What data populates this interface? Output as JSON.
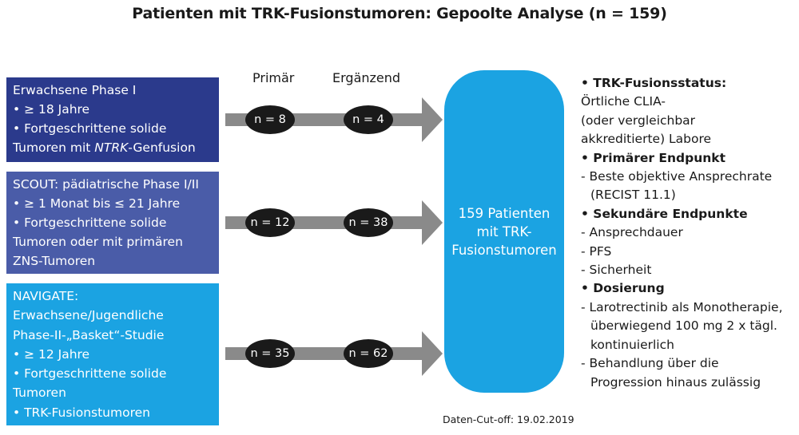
{
  "title": "Patienten mit TRK-Fusionstumoren: Gepoolte Analyse (n = 159)",
  "column_headers": {
    "primary": "Primär",
    "supplementary": "Ergänzend"
  },
  "studies": [
    {
      "lines": [
        "Erwachsene Phase I",
        "• ≥ 18 Jahre",
        "• Fortgeschrittene solide"
      ],
      "last_line_pre": "Tumoren mit ",
      "last_line_em": "NTRK",
      "last_line_post": "-Genfusion",
      "n_primary": "n = 8",
      "n_supplementary": "n = 4",
      "color": "#2b3a8c"
    },
    {
      "lines": [
        "SCOUT: pädiatrische Phase I/II",
        "• ≥ 1 Monat bis ≤ 21 Jahre",
        "• Fortgeschrittene solide",
        "Tumoren oder mit primären",
        "ZNS-Tumoren"
      ],
      "n_primary": "n = 12",
      "n_supplementary": "n = 38",
      "color": "#4a5ca8"
    },
    {
      "lines": [
        "NAVIGATE:",
        "Erwachsene/Jugendliche",
        "Phase-II-„Basket“-Studie",
        "• ≥ 12 Jahre",
        "• Fortgeschrittene solide",
        "Tumoren",
        "• TRK-Fusionstumoren"
      ],
      "n_primary": "n = 35",
      "n_supplementary": "n = 62",
      "color": "#1ba3e2"
    }
  ],
  "pool": {
    "lines": [
      "159 Patienten",
      "mit TRK-",
      "Fusionstumoren"
    ],
    "color": "#1ba3e2"
  },
  "side": {
    "status_head": "• TRK-Fusionsstatus:",
    "status_lines": [
      "Örtliche CLIA-",
      "(oder vergleichbar",
      "akkreditierte) Labore"
    ],
    "primary_head": "• Primärer Endpunkt",
    "primary_lines": [
      "- Beste objektive Ansprechrate",
      "(RECIST 11.1)"
    ],
    "secondary_head": "• Sekundäre Endpunkte",
    "secondary_lines": [
      "- Ansprechdauer",
      "- PFS",
      "- Sicherheit"
    ],
    "dosing_head": "• Dosierung",
    "dosing_item1": [
      "- Larotrectinib als Monotherapie,",
      "überwiegend 100 mg 2 x tägl.",
      "kontinuierlich"
    ],
    "dosing_item2": [
      "- Behandlung über die",
      "Progression hinaus zulässig"
    ]
  },
  "cutoff": "Daten-Cut-off: 19.02.2019",
  "colors": {
    "arrow": "#8a8a8a",
    "oval": "#1a1a1a"
  }
}
